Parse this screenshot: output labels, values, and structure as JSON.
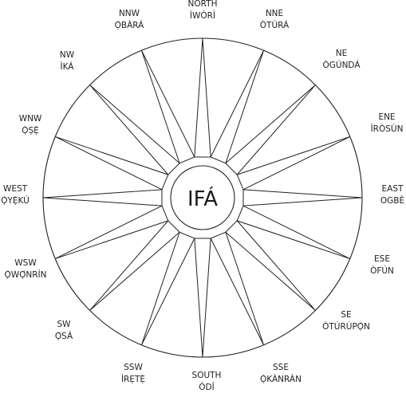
{
  "center_label": "IFÁ",
  "directions": [
    {
      "abbr": "NORTH",
      "name": "ÌWÒRÌ"
    },
    {
      "abbr": "NNE",
      "name": "ÒTÚRÁ"
    },
    {
      "abbr": "NE",
      "name": "ÒGÚNDÁ"
    },
    {
      "abbr": "ENE",
      "name": "ÌRÒSÙN"
    },
    {
      "abbr": "EAST",
      "name": "OGBÈ"
    },
    {
      "abbr": "ESE",
      "name": "ÒFÚN"
    },
    {
      "abbr": "SE",
      "name": "ÒTÚRÚPỌ̀N"
    },
    {
      "abbr": "SSE",
      "name": "Ọ̀KÀNRÀN"
    },
    {
      "abbr": "SOUTH",
      "name": "ÒDÍ"
    },
    {
      "abbr": "SSW",
      "name": "ÌRẸTẸ̀"
    },
    {
      "abbr": "SW",
      "name": "Ọ̀SÁ"
    },
    {
      "abbr": "WSW",
      "name": "Ọ̀WỌ́NRÍN"
    },
    {
      "abbr": "WEST",
      "name": "Ọ̀YẸ̀KÚ"
    },
    {
      "abbr": "WNW",
      "name": "Ọ̀ṢẸ̀"
    },
    {
      "abbr": "NW",
      "name": "ÌKÁ"
    },
    {
      "abbr": "NNW",
      "name": "Ọ̀BÀRÁ"
    }
  ]
}
